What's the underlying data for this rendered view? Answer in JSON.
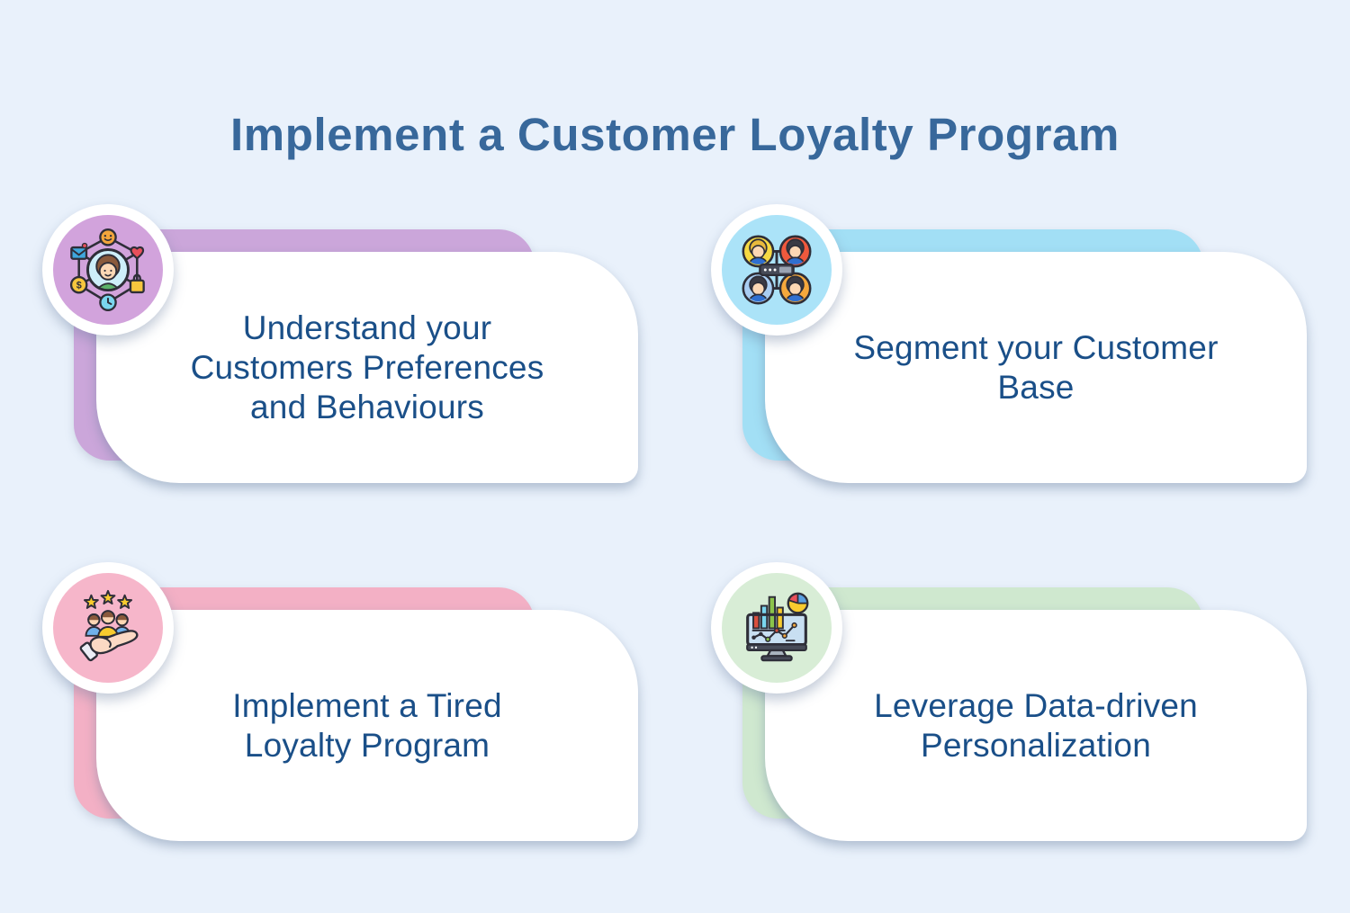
{
  "theme": {
    "background": "#e9f1fb",
    "card_surface": "#ffffff",
    "body_text_color": "#1a4f88"
  },
  "title": {
    "text": "Implement a Customer Loyalty Program",
    "color": "#38689b"
  },
  "cards": [
    {
      "name": "understand-customer-preferences",
      "lines": [
        "Understand your",
        "Customers Preferences",
        "and Behaviours"
      ],
      "accent_color": "#cba6da",
      "icon_bg_color": "#d2a3dc",
      "icon": "customer-profile-network-icon"
    },
    {
      "name": "segment-customer-base",
      "lines": [
        "Segment your Customer",
        "Base"
      ],
      "accent_color": "#a2dff5",
      "icon_bg_color": "#abe3f8",
      "icon": "customer-segmentation-hub-icon"
    },
    {
      "name": "tiered-loyalty-program",
      "lines": [
        "Implement a Tired",
        "Loyalty Program"
      ],
      "accent_color": "#f3b0c5",
      "icon_bg_color": "#f6b6ca",
      "icon": "hand-presenting-customers-stars-icon"
    },
    {
      "name": "data-driven-personalization",
      "lines": [
        "Leverage Data-driven",
        "Personalization"
      ],
      "accent_color": "#cfe8cf",
      "icon_bg_color": "#d8edd6",
      "icon": "analytics-dashboard-monitor-icon"
    }
  ]
}
